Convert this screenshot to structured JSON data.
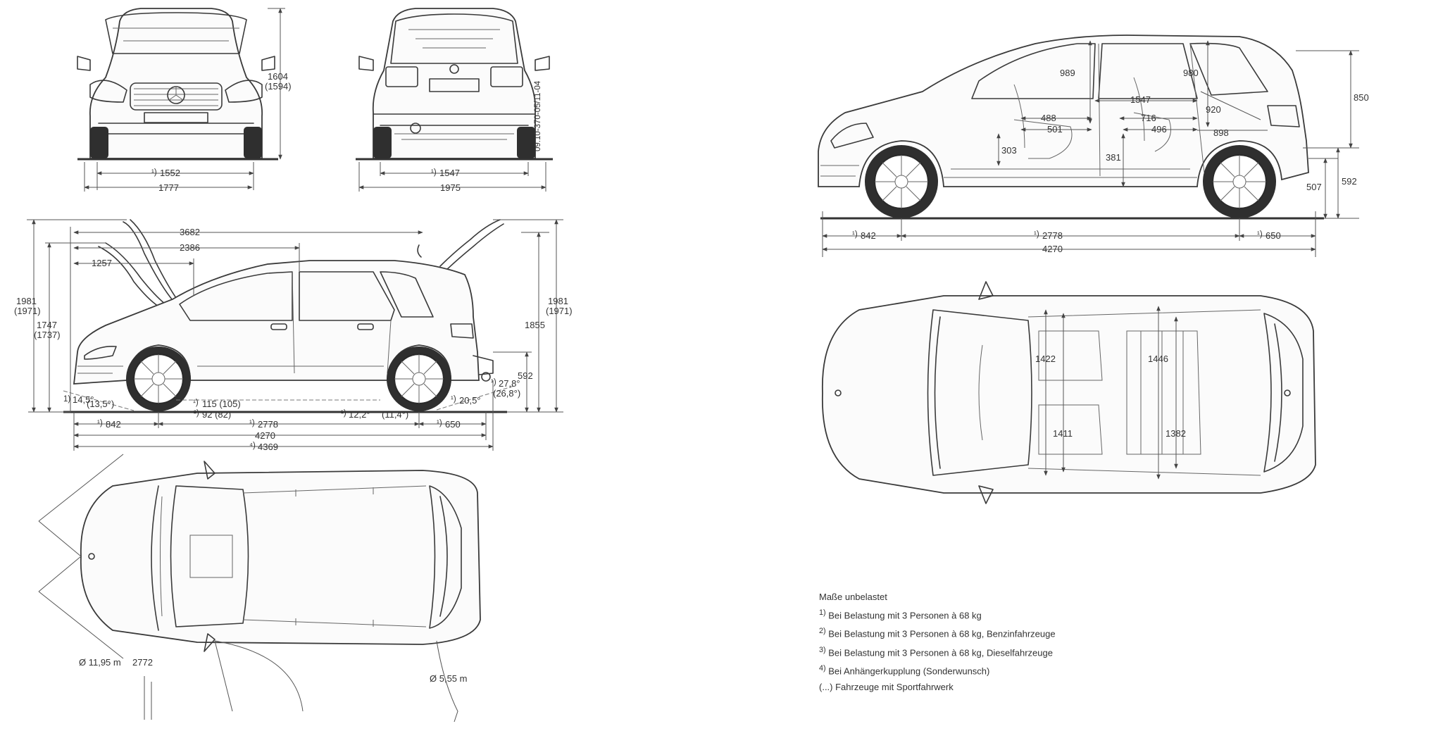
{
  "front_view": {
    "height": "1604",
    "height_sport": "(1594)",
    "track": "1552",
    "width": "1777"
  },
  "rear_view": {
    "track": "1547",
    "width": "1975",
    "drawing_code": "09.10-370-05/11-04"
  },
  "side_view_left": {
    "lengths": [
      "3682",
      "2386",
      "1257"
    ],
    "height_open_front": "1981",
    "height_open_front_sport": "(1971)",
    "roof_height": "1747",
    "roof_height_sport": "(1737)",
    "height_open_rear": "1981",
    "height_open_rear_sport": "(1971)",
    "tailgate_height": "1855",
    "hitch_height": "592",
    "approach_angle": "14,5°",
    "approach_angle_sport": "(13,5°)",
    "ground_clearance": "115 (105)",
    "departure_angle": "20,5°",
    "tow_angle": "27,8°",
    "tow_angle_sport": "(26,8°)",
    "front_overhang": "842",
    "clearance_2": "92 (82)",
    "wheelbase": "2778",
    "ramp_angle": "12,2°",
    "ramp_angle_sport": "(11,4°)",
    "rear_overhang": "650",
    "length": "4270",
    "length_hitch": "4369",
    "sup1": "1)",
    "sup2": "2)",
    "sup4": "4)"
  },
  "top_view_left": {
    "turning_circle": "Ø 11,95 m",
    "distance": "2772",
    "turning_circle_small": "Ø 5,55 m"
  },
  "side_view_right": {
    "head_front": "989",
    "head_rear": "980",
    "cabin_length": "1547",
    "seat_width_1": "488",
    "seat_width_2": "501",
    "rear_width_1": "716",
    "rear_width_2": "496",
    "front_height": "303",
    "rear_seat_height": "381",
    "rear_depth": "920",
    "cargo_depth": "898",
    "upper_height": "850",
    "lower_height": "592",
    "sill_height": "507",
    "front_overhang": "842",
    "wheelbase": "2778",
    "rear_overhang": "650",
    "length": "4270"
  },
  "top_view_right": {
    "front_shoulder": "1422",
    "rear_shoulder": "1446",
    "front_hip": "1411",
    "rear_hip": "1382"
  },
  "legend": {
    "title": "Maße unbelastet",
    "notes": [
      {
        "mark": "1)",
        "text": "Bei Belastung mit 3 Personen à 68 kg"
      },
      {
        "mark": "2)",
        "text": "Bei Belastung mit 3 Personen à 68 kg, Benzinfahrzeuge"
      },
      {
        "mark": "3)",
        "text": "Bei Belastung mit 3 Personen à 68 kg, Dieselfahrzeuge"
      },
      {
        "mark": "4)",
        "text": "Bei Anhängerkupplung (Sonderwunsch)"
      }
    ],
    "sport_note": "(...) Fahrzeuge mit Sportfahrwerk"
  }
}
